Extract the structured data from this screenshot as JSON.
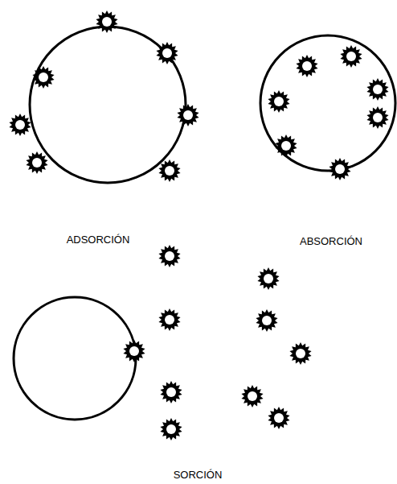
{
  "diagram": {
    "labels": [
      "ADSORCIÓN",
      "ABSORCIÓN",
      "SORCIÓN"
    ]
  }
}
